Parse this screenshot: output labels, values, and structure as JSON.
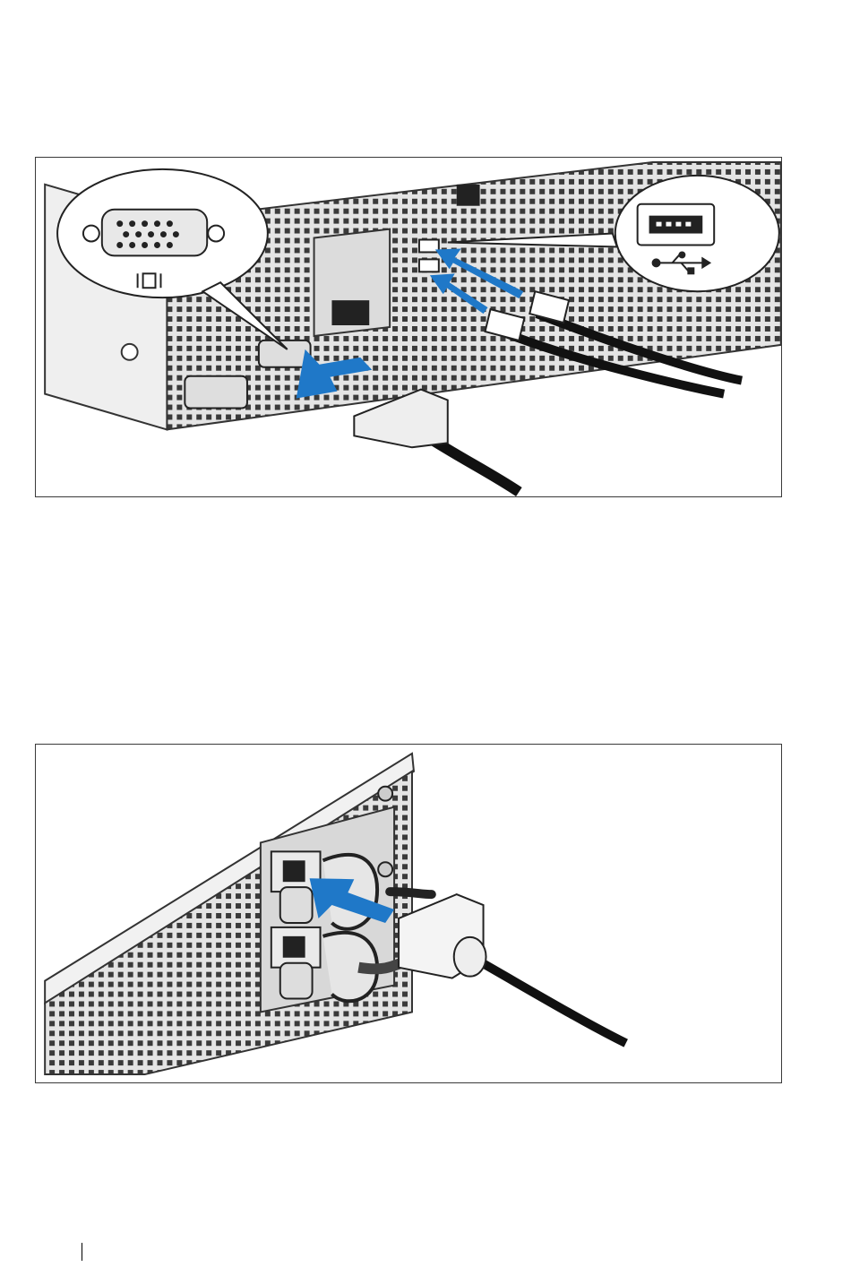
{
  "page": {
    "figures": [
      {
        "id": "figure-monitor-keyboard-mouse",
        "connectors": [
          "vga-port",
          "usb-port"
        ],
        "arrow_color": "#1f78c8"
      },
      {
        "id": "figure-power-cable",
        "connectors": [
          "power-supply"
        ],
        "arrow_color": "#1f78c8"
      }
    ],
    "colors": {
      "accent": "#1f78c8",
      "chassis": "#e6e6e6",
      "outline": "#222222",
      "cable": "#111111"
    }
  }
}
